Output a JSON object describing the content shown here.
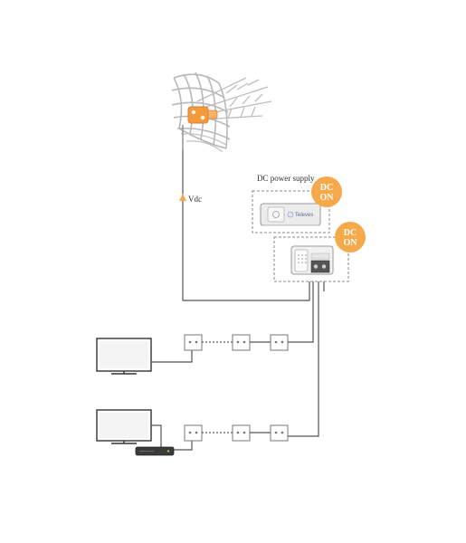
{
  "labels": {
    "power_supply": "DC power supply",
    "vdc": "Vdc",
    "brand": "Televes"
  },
  "badges": [
    {
      "line1": "DC",
      "line2": "ON"
    },
    {
      "line1": "DC",
      "line2": "ON"
    }
  ],
  "colors": {
    "accent": "#f5a94a",
    "cable": "#555555",
    "outline": "#9a9a9a",
    "dashed_box": "#888888"
  },
  "icons": [
    "antenna-icon",
    "power-supply-unit-icon",
    "amplifier-icon",
    "tv-icon",
    "wall-socket-icon",
    "set-top-box-icon",
    "arrow-up-icon"
  ]
}
